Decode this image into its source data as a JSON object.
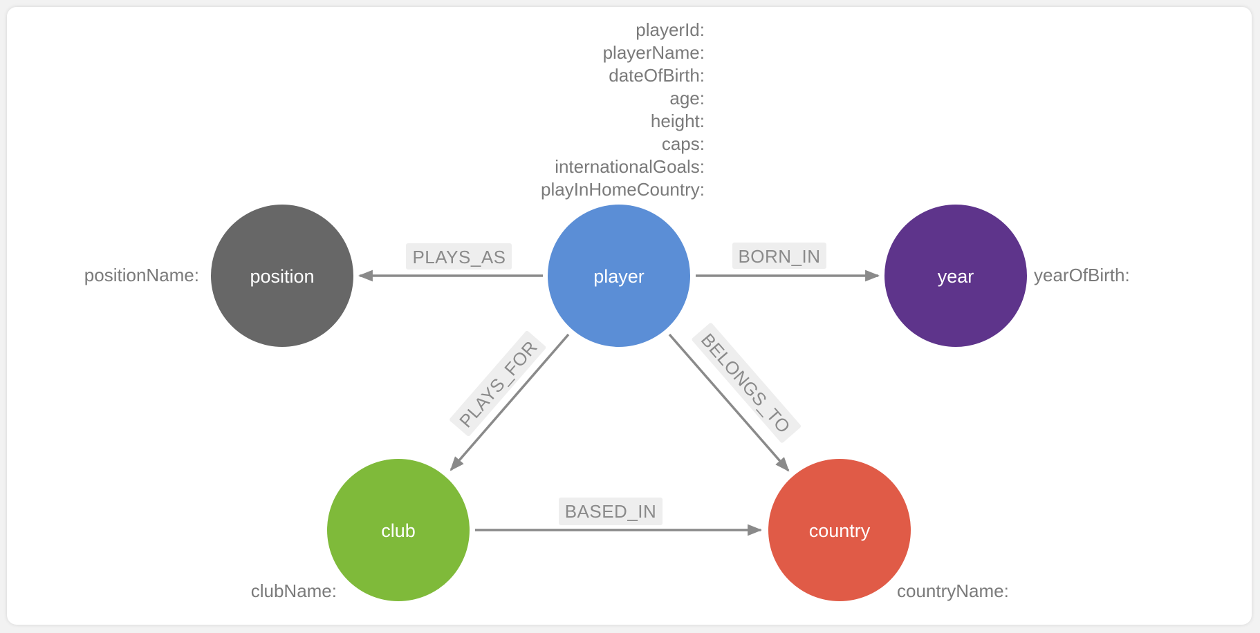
{
  "nodes": {
    "player": {
      "label": "player",
      "color": "#5b8ed6"
    },
    "position": {
      "label": "position",
      "color": "#676767"
    },
    "year": {
      "label": "year",
      "color": "#5e348b"
    },
    "club": {
      "label": "club",
      "color": "#7fba3a"
    },
    "country": {
      "label": "country",
      "color": "#e05b47"
    }
  },
  "properties": {
    "player": [
      "playerId:",
      "playerName:",
      "dateOfBirth:",
      "age:",
      "height:",
      "caps:",
      "internationalGoals:",
      "playInHomeCountry:"
    ],
    "position": "positionName:",
    "year": "yearOfBirth:",
    "club": "clubName:",
    "country": "countryName:"
  },
  "edges": {
    "plays_as": "PLAYS_AS",
    "born_in": "BORN_IN",
    "plays_for": "PLAYS_FOR",
    "belongs_to": "BELONGS_TO",
    "based_in": "BASED_IN"
  }
}
